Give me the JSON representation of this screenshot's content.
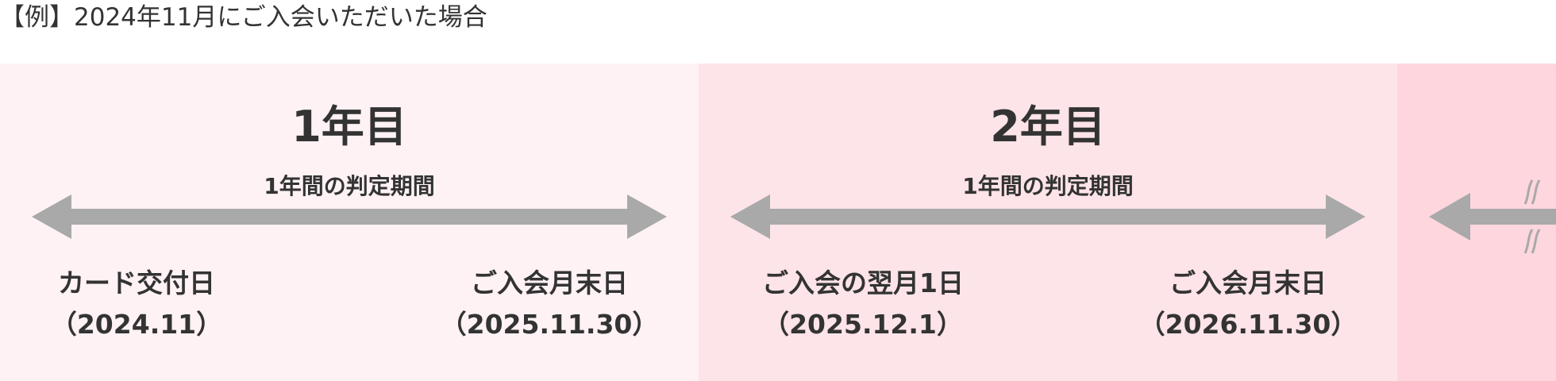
{
  "caption": "【例】2024年11月にご入会いただいた場合",
  "colors": {
    "panel1": "#fef2f4",
    "panel2": "#fde4e8",
    "panel3": "#fdd6de",
    "arrow": "#a9a9a9",
    "text": "#333333"
  },
  "years": [
    {
      "title": "1年目",
      "period": "1年間の判定期間",
      "start": {
        "label": "カード交付日",
        "date": "（2024.11）"
      },
      "end": {
        "label": "ご入会月末日",
        "date": "（2025.11.30）"
      }
    },
    {
      "title": "2年目",
      "period": "1年間の判定期間",
      "start": {
        "label": "ご入会の翌月1日",
        "date": "（2025.12.1）"
      },
      "end": {
        "label": "ご入会月末日",
        "date": "（2026.11.30）"
      }
    }
  ],
  "continuation_icon": "wavy-break-icon"
}
